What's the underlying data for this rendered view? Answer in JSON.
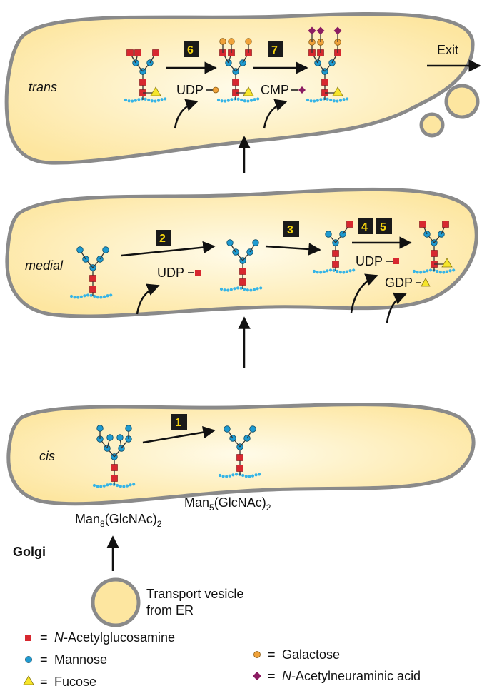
{
  "compartments": {
    "trans": "trans",
    "medial": "medial",
    "cis": "cis"
  },
  "steps": [
    "1",
    "2",
    "3",
    "4",
    "5",
    "6",
    "7"
  ],
  "donors": {
    "udp": "UDP",
    "cmp": "CMP",
    "gdp": "GDP"
  },
  "labels": {
    "exit": "Exit",
    "golgi": "Golgi",
    "man8_base": "Man",
    "man8_sub": "8",
    "man8_rest": "(GlcNAc)",
    "man8_sub2": "2",
    "man5_base": "Man",
    "man5_sub": "5",
    "man5_rest": "(GlcNAc)",
    "man5_sub2": "2",
    "vesicle_line1": "Transport vesicle",
    "vesicle_line2": "from ER"
  },
  "legend": {
    "equals": "=",
    "glcnac": "N-Acetylglucosamine",
    "glcnac_prefix": "N",
    "glcnac_rest": "-Acetylglucosamine",
    "mannose": "Mannose",
    "fucose": "Fucose",
    "galactose": "Galactose",
    "neu_prefix": "N",
    "neu_rest": "-Acetylneuraminic acid"
  },
  "colors": {
    "cisterna_fill": "#fde9a6",
    "cisterna_stroke": "#8a8a8a",
    "glcnac": "#d7282f",
    "mannose": "#1f9bd1",
    "fucose": "#f6e52a",
    "galactose": "#f0a23a",
    "neu": "#8b1c62",
    "lipid": "#35b4e6",
    "step_box": "#1a1a1a",
    "step_text": "#f5d40f"
  }
}
